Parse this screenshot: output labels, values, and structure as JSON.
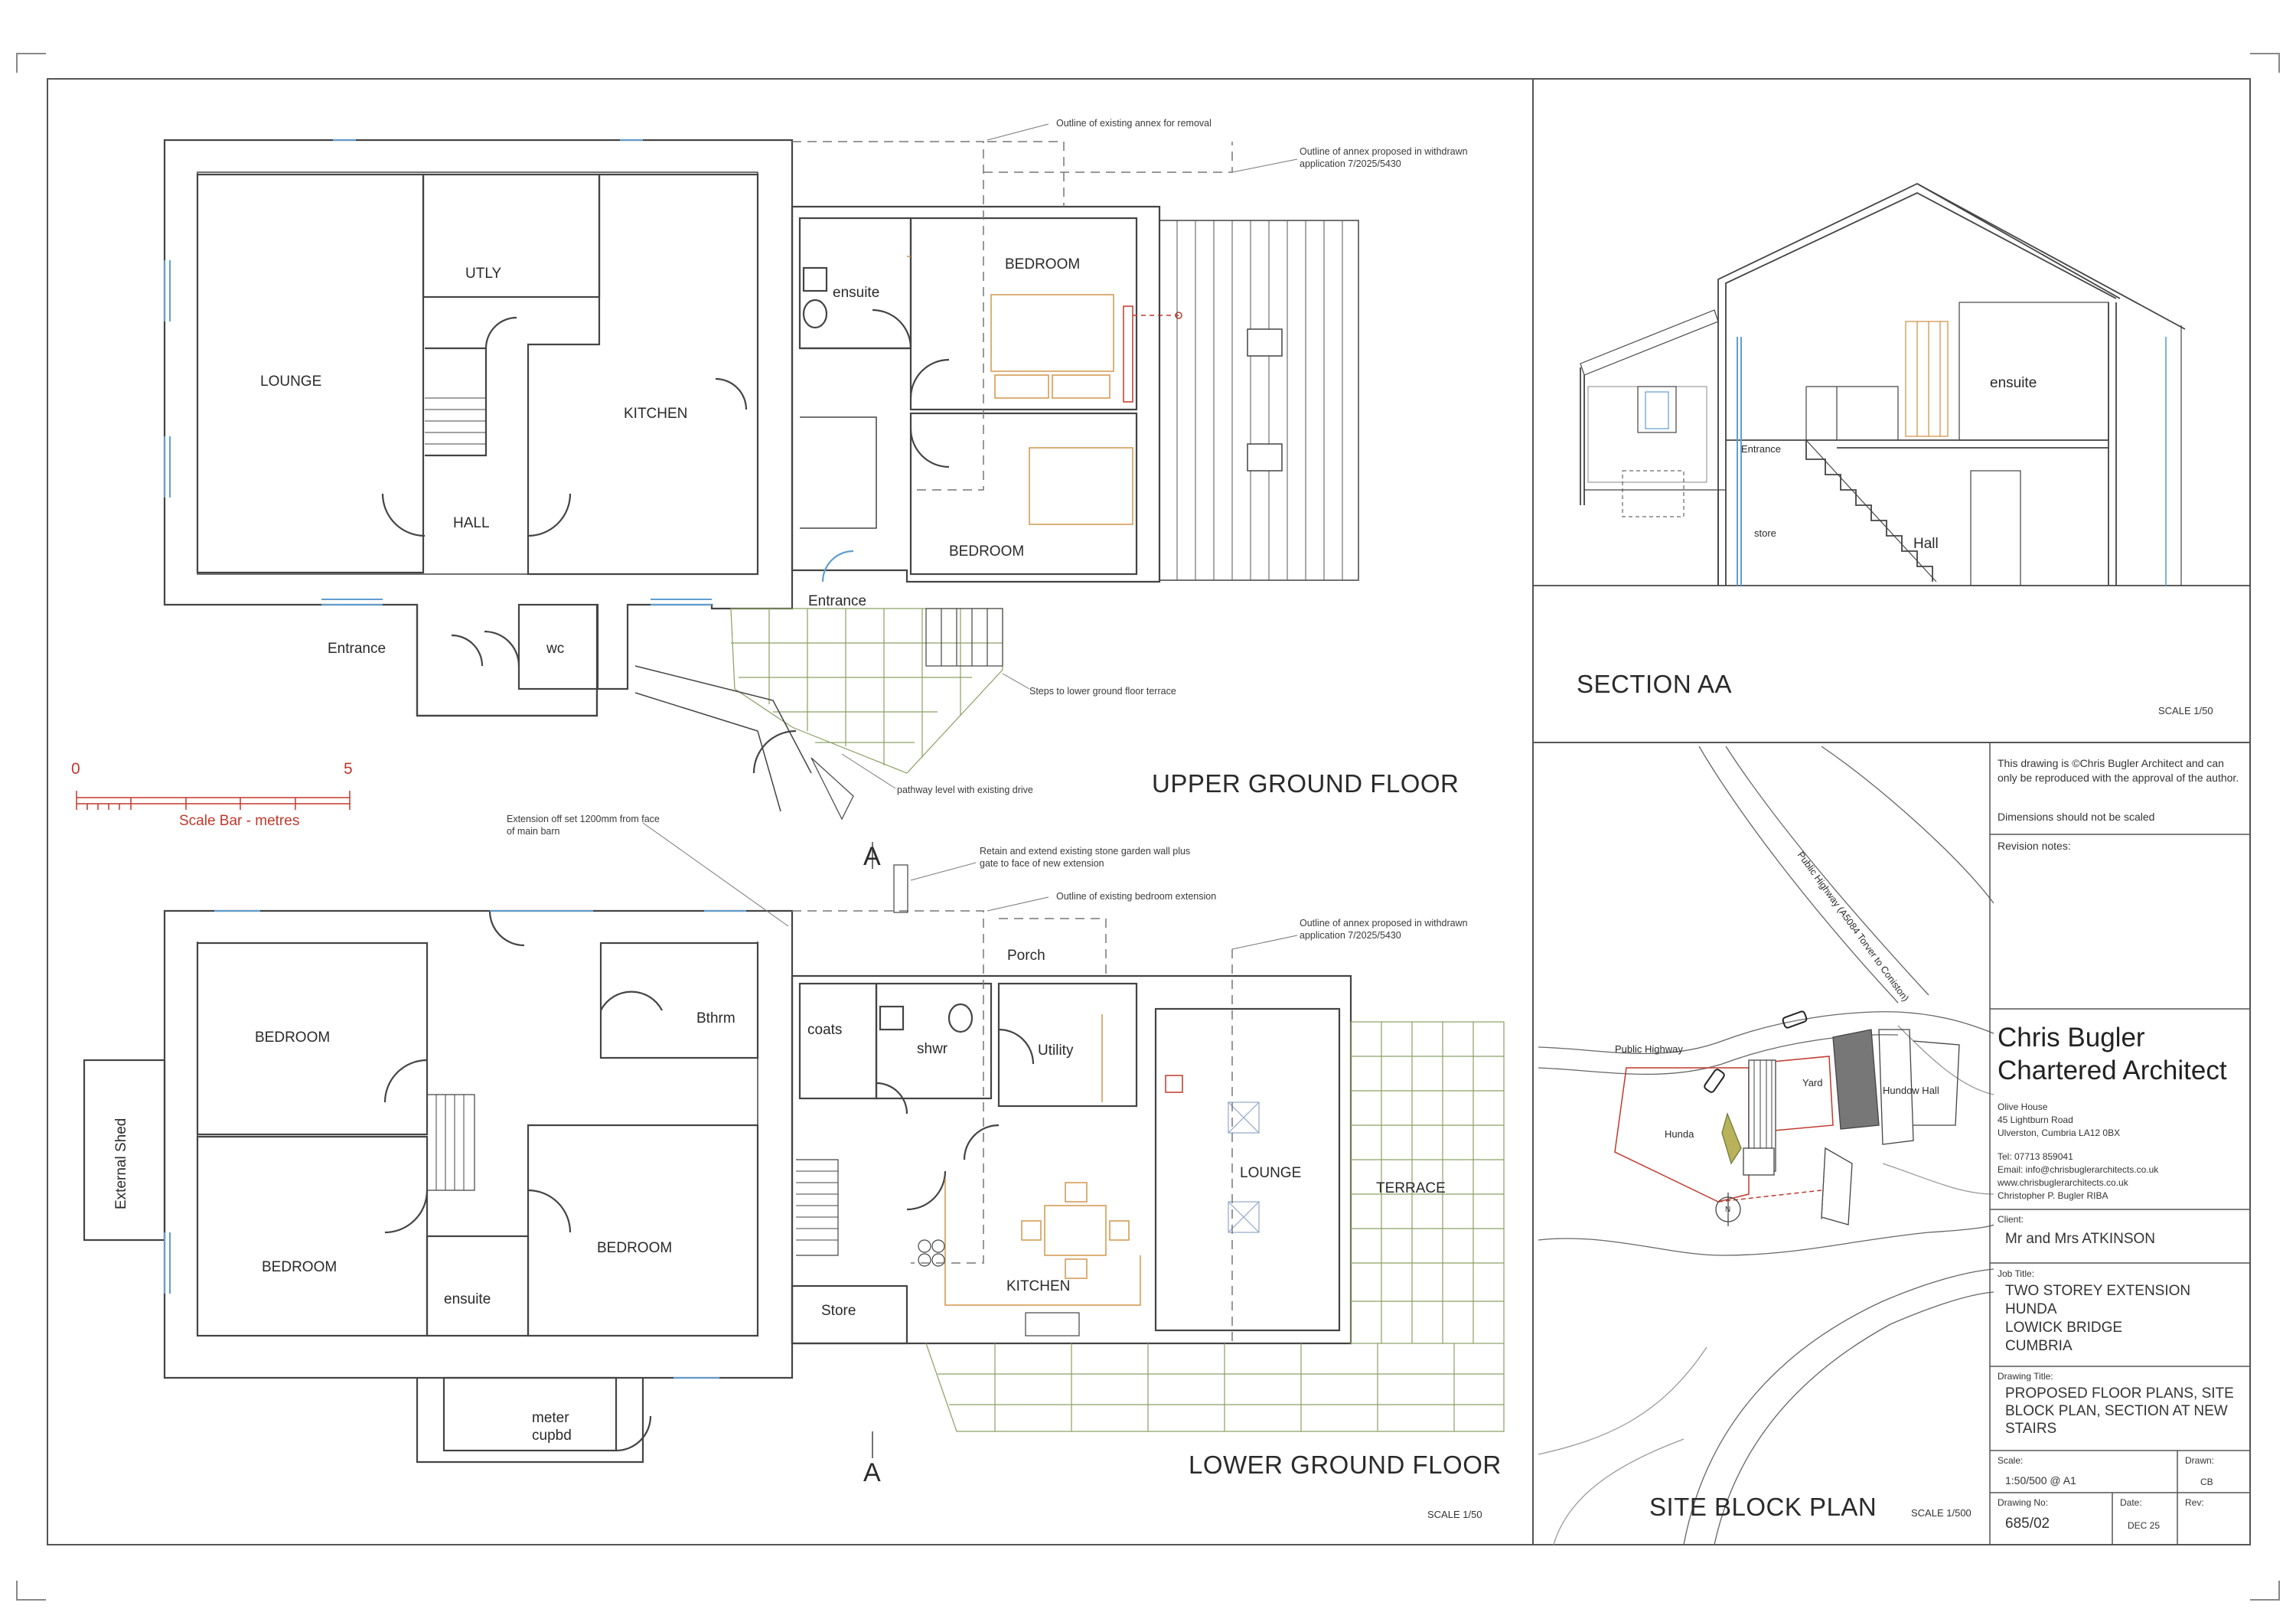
{
  "notes": {
    "annex_removal": "Outline of existing annex for removal",
    "annex_withdrawn_upper": "Outline of annex proposed in withdrawn application 7/2025/5430",
    "steps_terrace": "Steps to lower ground floor terrace",
    "pathway": "pathway level with existing drive",
    "extension_offset": "Extension off set 1200mm from face of main barn",
    "garden_wall": "Retain and extend existing stone garden wall plus gate to face of new extension",
    "bedroom_extension": "Outline of existing bedroom extension",
    "annex_withdrawn_lower": "Outline of annex proposed in withdrawn application 7/2025/5430"
  },
  "upper_floor": {
    "title": "UPPER GROUND FLOOR",
    "rooms": {
      "lounge": "LOUNGE",
      "utly": "UTLY",
      "kitchen": "KITCHEN",
      "hall": "HALL",
      "entrance_main": "Entrance",
      "wc": "wc",
      "ensuite": "ensuite",
      "bedroom_1": "BEDROOM",
      "bedroom_2": "BEDROOM",
      "entrance_ext": "Entrance"
    }
  },
  "lower_floor": {
    "title": "LOWER GROUND FLOOR",
    "scale": "SCALE 1/50",
    "rooms": {
      "bedroom_1": "BEDROOM",
      "bedroom_2": "BEDROOM",
      "bedroom_3": "BEDROOM",
      "bthrm": "Bthrm",
      "ensuite": "ensuite",
      "external_shed": "External Shed",
      "meter": "meter",
      "cupbd": "cupbd",
      "coats": "coats",
      "shwr": "shwr",
      "porch": "Porch",
      "utility": "Utility",
      "store": "Store",
      "kitchen": "KITCHEN",
      "lounge": "LOUNGE",
      "terrace": "TERRACE"
    }
  },
  "section_marks": {
    "top": "A",
    "bottom": "A"
  },
  "scale_bar": {
    "start": "0",
    "end": "5",
    "label": "Scale Bar - metres"
  },
  "section_aa": {
    "title": "SECTION AA",
    "scale": "SCALE 1/50",
    "labels": {
      "ensuite": "ensuite",
      "entrance": "Entrance",
      "store": "store",
      "hall": "Hall"
    }
  },
  "site_plan": {
    "title": "SITE BLOCK PLAN",
    "scale": "SCALE 1/500",
    "labels": {
      "highway_road": "Public Highway (A5084 Torver to Coniston)",
      "highway": "Public Highway",
      "yard": "Yard",
      "hundow": "Hundow Hall",
      "hunda": "Hunda",
      "north": "N"
    }
  },
  "title_block": {
    "copyright": "This drawing is ©Chris Bugler Architect and can only be reproduced with the approval of the author.",
    "dimensions": "Dimensions should not be scaled",
    "revision_label": "Revision notes:",
    "firm_line1": "Chris Bugler",
    "firm_line2": "Chartered Architect",
    "address": [
      "Olive House",
      "45 Lightburn Road",
      "Ulverston, Cumbria LA12 0BX"
    ],
    "contact": [
      "Tel:  07713 859041",
      "Email:  info@chrisbuglerarchitects.co.uk",
      "www.chrisbuglerarchitects.co.uk",
      "Christopher P. Bugler   RIBA"
    ],
    "client_label": "Client:",
    "client": "Mr and Mrs ATKINSON",
    "job_label": "Job Title:",
    "job": [
      "TWO STOREY EXTENSION",
      "HUNDA",
      "LOWICK BRIDGE",
      "CUMBRIA"
    ],
    "drawing_title_label": "Drawing Title:",
    "drawing_title": "PROPOSED FLOOR PLANS, SITE BLOCK PLAN, SECTION AT NEW STAIRS",
    "scale_label": "Scale:",
    "scale_value": "1:50/500 @ A1",
    "drawn_label": "Drawn:",
    "drawn_value": "CB",
    "drawing_no_label": "Drawing No:",
    "drawing_no": "685/02",
    "date_label": "Date:",
    "date": "DEC 25",
    "rev_label": "Rev:"
  }
}
